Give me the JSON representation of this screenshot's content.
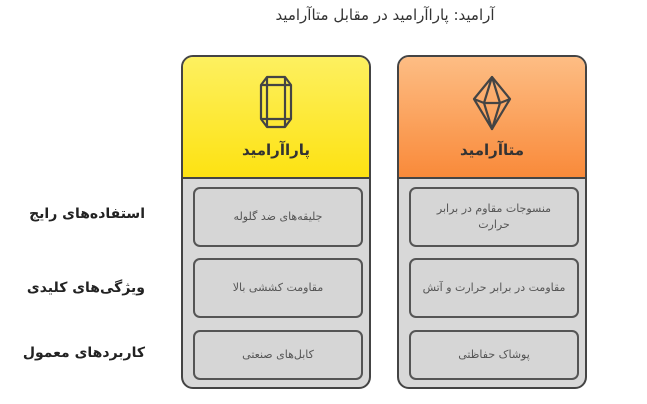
{
  "title": "آرامید: پاراآرامید در مقابل متاآرامید",
  "row_labels": [
    "استفاده‌های رایج",
    "ویژگی‌های کلیدی",
    "کاربردهای معمول"
  ],
  "columns": [
    {
      "name": "پاراآرامید",
      "icon": "hexagonal-prism-icon",
      "color": "#fde212",
      "cells": [
        "جلیقه‌های ضد گلوله",
        "مقاومت کششی بالا",
        "کابل‌های صنعتی"
      ]
    },
    {
      "name": "متاآرامید",
      "icon": "octahedron-crystal-icon",
      "color": "#f98a3a",
      "cells": [
        "منسوجات مقاوم در برابر حرارت",
        "مقاومت در برابر حرارت و آتش",
        "پوشاک حفاظتی"
      ]
    }
  ]
}
